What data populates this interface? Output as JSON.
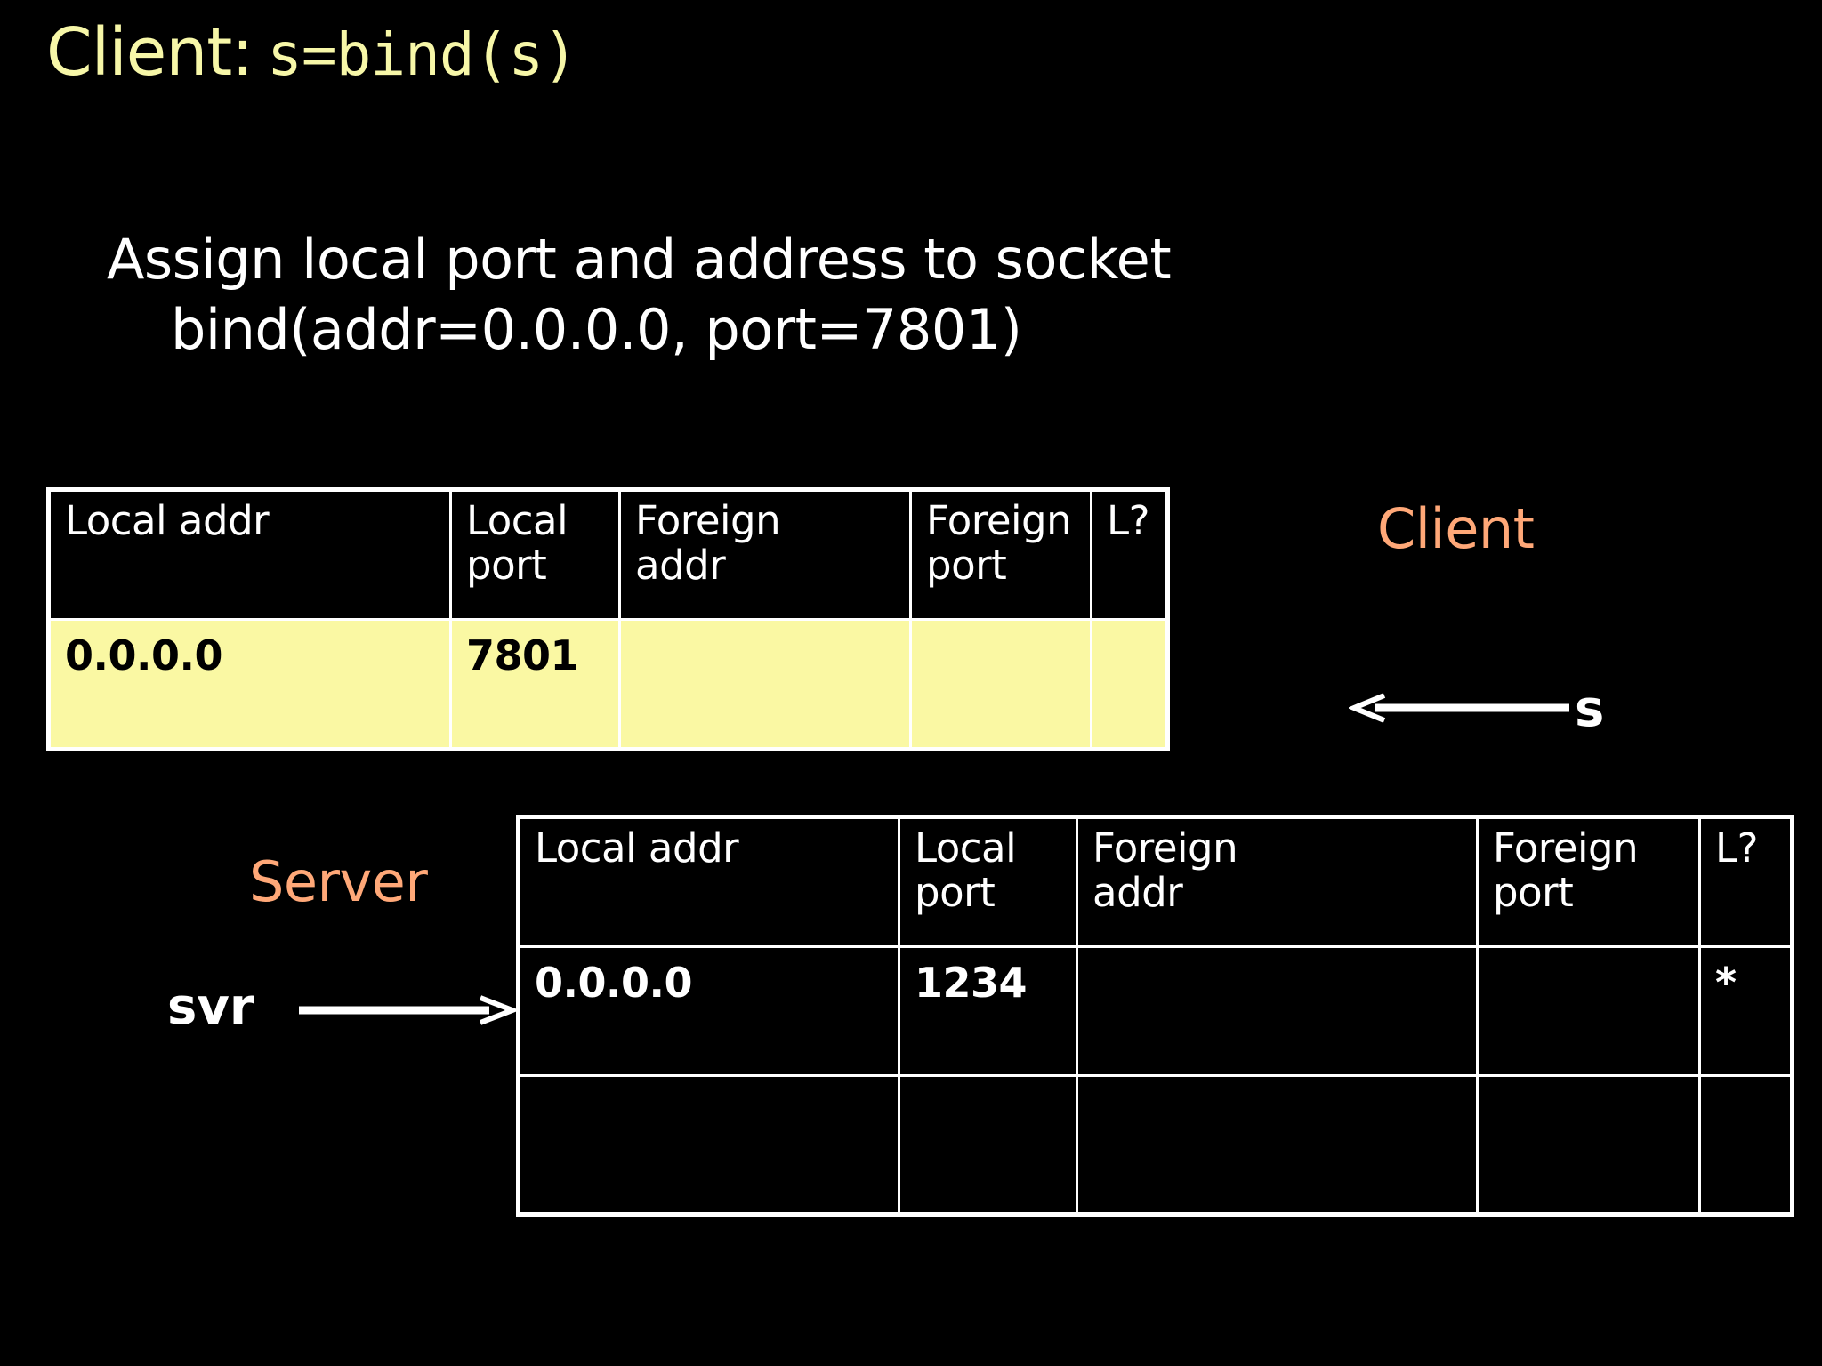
{
  "slide": {
    "title_word": "Client:",
    "title_code": "s=bind(s)",
    "title_color": "#F7F7A8",
    "background": "#000000",
    "body_lines": [
      "Assign local port and address to socket",
      "bind(addr=0.0.0.0, port=7801)"
    ]
  },
  "client_table": {
    "headers": [
      {
        "line1": "Local addr",
        "line2": ""
      },
      {
        "line1": "Local",
        "line2": "port"
      },
      {
        "line1": "Foreign",
        "line2": "addr"
      },
      {
        "line1": "Foreign",
        "line2": "port"
      },
      {
        "line1": "L?",
        "line2": ""
      }
    ],
    "rows": [
      [
        "0.0.0.0",
        "7801",
        "",
        "",
        ""
      ]
    ],
    "row_highlight_color": "#FAF8A3",
    "row_text_color": "#000000"
  },
  "server_table": {
    "headers": [
      {
        "line1": "Local addr",
        "line2": ""
      },
      {
        "line1": "Local",
        "line2": "port"
      },
      {
        "line1": "Foreign",
        "line2": "addr"
      },
      {
        "line1": "Foreign",
        "line2": "port"
      },
      {
        "line1": "L?",
        "line2": ""
      }
    ],
    "rows": [
      [
        "0.0.0.0",
        "1234",
        "",
        "",
        "*"
      ],
      [
        "",
        "",
        "",
        "",
        ""
      ]
    ],
    "row_text_color": "#FFFFFF"
  },
  "labels": {
    "client": "Client",
    "server": "Server",
    "client_socket_var": "s",
    "server_socket_var": "svr",
    "accent_color": "#FFA878"
  },
  "arrows": [
    {
      "name": "client-socket-arrow",
      "direction": "left",
      "label": "s"
    },
    {
      "name": "server-socket-arrow",
      "direction": "right",
      "label": "svr"
    }
  ]
}
